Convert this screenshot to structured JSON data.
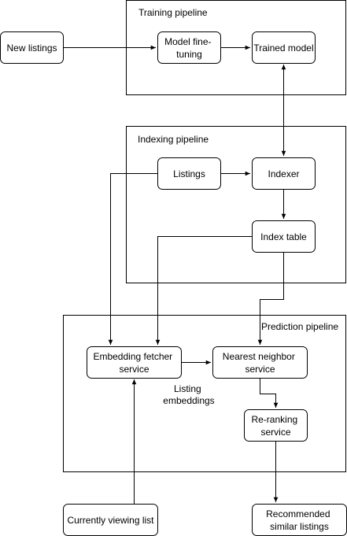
{
  "groups": {
    "training": {
      "label": "Training pipeline"
    },
    "indexing": {
      "label": "Indexing pipeline"
    },
    "prediction": {
      "label": "Prediction pipeline"
    }
  },
  "nodes": {
    "new_listings": {
      "lines": [
        "New listings"
      ]
    },
    "model_fine_tuning": {
      "lines": [
        "Model fine-",
        "tuning"
      ]
    },
    "trained_model": {
      "lines": [
        "Trained model"
      ]
    },
    "listings": {
      "lines": [
        "Listings"
      ]
    },
    "indexer": {
      "lines": [
        "Indexer"
      ]
    },
    "index_table": {
      "lines": [
        "Index table"
      ]
    },
    "embedding_fetcher": {
      "lines": [
        "Embedding fetcher",
        "service"
      ]
    },
    "nearest_neighbor": {
      "lines": [
        "Nearest neighbor",
        "service"
      ]
    },
    "re_ranking": {
      "lines": [
        "Re-ranking",
        "service"
      ]
    },
    "currently_viewing": {
      "lines": [
        "Currently viewing list"
      ]
    },
    "recommended": {
      "lines": [
        "Recommended",
        "similar listings"
      ]
    }
  },
  "annotations": {
    "listing_embeddings": {
      "lines": [
        "Listing",
        "embeddings"
      ]
    }
  },
  "colors": {
    "stroke": "#000000",
    "fill": "#ffffff",
    "text": "#000000"
  }
}
